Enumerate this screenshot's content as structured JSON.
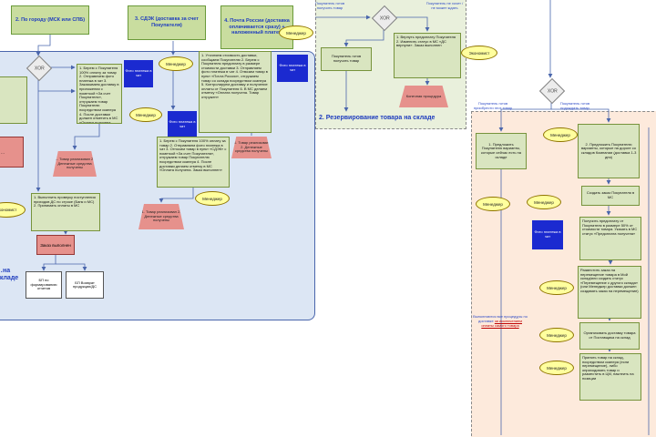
{
  "diagram": {
    "gateway_label": "XOR",
    "photo_note": "Фото платежа в чат",
    "roles": {
      "manager": "Менеджер",
      "economist": "Экономист"
    },
    "delivery_options": [
      {
        "label": "2. По городу (МСК или СПБ)"
      },
      {
        "label": "3. СДЭК (доставка за счет Покупателя)"
      },
      {
        "label": "4. Почта России (доставка оплачивается сразу) + наложенный платеж"
      }
    ],
    "left_panel": {
      "city_process": "1. Берем с Покупателя 100% оплату за товар 2. Отправляем фото платежа в чат 3. Заказываем доставку в приложении с пометкой «За счет Покупателя», отгружаем товар Покупателю посредством сканера 4. После доставки должен отметить в МС «Оплата получена. Заказ выполнен»",
      "post_process": "1. Уточняем стоимость доставки, сообщаем Покупателю 2. Берем с Покупателя предоплату в размере стоимости доставки 3. Отправляем фото платежа в чат 4. Отвозим товар в пункт «Почта России», отгружаем товар со склада посредством сканера 5. Контролируем доставку и получение оплаты от Покупателя 6. В МС делаем отметку «Оплата получена. Товар отгружен»",
      "cdek_process": "1. Берем с Покупателя 100% оплату за товар 2. Отправляем фото платежа в чат 3. Относим товар в пункт «СДЭК» с пометкой «За счет Покупателя», отгружаем товар Покупателю посредством сканера 4. После доставки делаем отметку в МС «Оплата получена. Заказ выполнен»",
      "payment_check": "1. Выполнить проверку поступления приходов ДС по строке (Банк и МС) 2. Принимать оплаты в МС",
      "result_note": "1. Товар реализован 2. Денежные средства получены",
      "order_done": "Заказ выполнен",
      "doc_reports": "БП по формированию отчетов",
      "doc_returns": "БП Возврат продукции/ДС",
      "section_fragment": "…на складе",
      "truncated": "…"
    },
    "reserve_section": {
      "title": "2. Резервирование товара на складе",
      "ready_box": "Покупатель готов получить товар",
      "refund_box": "1. Вернуть предоплату Покупателя 2. Изменить статус в МС «ДС вернули». Заказ выполнен",
      "end_trapezoid": "Конечная процедура",
      "edge_ready": "Покупатель готов получить товар",
      "edge_no_wait": "Покупатель не хочет / не может ждать"
    },
    "right_panel": {
      "option_in_stock": "1. Предложить Покупателю варианты, которые сейчас есть на складе",
      "option_on_way": "2. Предложить Покупателю варианты, которые на дороге со складов Компании (доставка 1-3 дня)",
      "create_order": "Создать заказ Покупателя в МС",
      "prepayment": "Получить предоплату от Покупателя в размере 50% от стоимости товара. Указать в МС статус «Предоплата получена»",
      "move_order": "Разместить заказ на перемещение товара в Мой склад/или создать статус «Перемещение с другого склада» (или Менеджер доставки должен создавать заказ на перемещение)",
      "deliver": "Организовать доставку товара от Поставщика на склад",
      "accept": "Принять товар на склад, посредством сканера (если перемещение), либо оприходовать товар и разместить в ЦМ, наклеить на позиции",
      "note_main": "Выполняются все процедуры по доставке",
      "note_red": "за исключением оплаты самого товара",
      "edge_buy_now": "Покупатель готов приобрести этот товар",
      "edge_wait": "Покупатель готов подождать товар"
    },
    "colors": {
      "panel_left_bg": "#dce6f4",
      "panel_reserve_bg": "#e9f0dc",
      "panel_right_bg": "#fdeadc",
      "box_green": "#d9e5c0",
      "box_green_border": "#77933c",
      "option_text_blue": "#1f3dbe",
      "photo_box_blue": "#1b2ad0",
      "ellipse_yellow": "#ffff9e",
      "pink": "#e6918c",
      "connector_blue": "#4a66ac",
      "note_red": "#c00000"
    }
  }
}
